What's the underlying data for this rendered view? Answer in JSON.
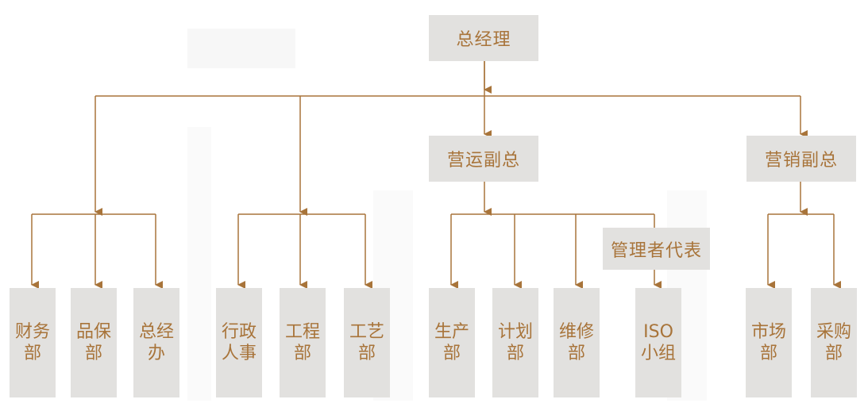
{
  "colors": {
    "line": "#a8743a",
    "box": "#e2e1df",
    "text": "#a8743a"
  },
  "nodes": {
    "ceo": "总经理",
    "ops_vp": "营运副总",
    "sales_vp": "营销副总",
    "mgmt_rep": "管理者代表",
    "finance": "财务部",
    "quality": "品保部",
    "gm_office": "总经办",
    "admin_hr": "行政人事",
    "engineering": "工程部",
    "process": "工艺部",
    "production": "生产部",
    "planning": "计划部",
    "maintenance": "维修部",
    "iso_group": "ISO小组",
    "marketing": "市场部",
    "purchasing": "采购部"
  }
}
